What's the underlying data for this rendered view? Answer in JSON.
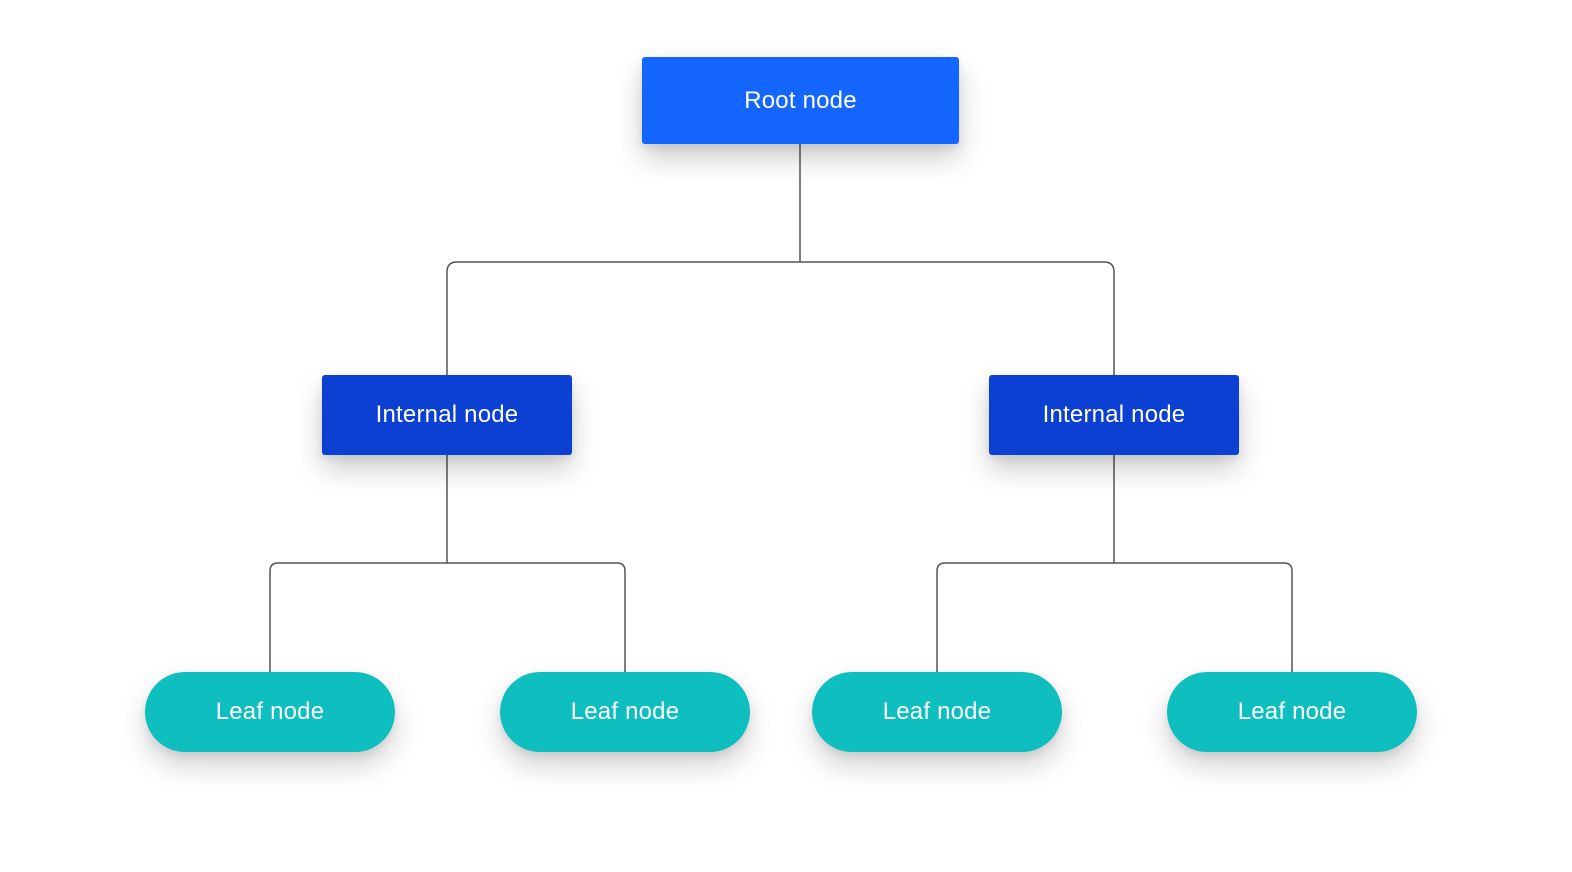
{
  "colors": {
    "root": "#1565ff",
    "internal": "#0c40d2",
    "leaf": "#0fbebe",
    "connector": "#555555"
  },
  "nodes": {
    "root": {
      "label": "Root node"
    },
    "internal": [
      {
        "label": "Internal node"
      },
      {
        "label": "Internal node"
      }
    ],
    "leaves": [
      {
        "label": "Leaf node"
      },
      {
        "label": "Leaf node"
      },
      {
        "label": "Leaf node"
      },
      {
        "label": "Leaf node"
      }
    ]
  },
  "edges": [
    {
      "from": "root",
      "to": "internal-left"
    },
    {
      "from": "root",
      "to": "internal-right"
    },
    {
      "from": "internal-left",
      "to": "leaf-1"
    },
    {
      "from": "internal-left",
      "to": "leaf-2"
    },
    {
      "from": "internal-right",
      "to": "leaf-3"
    },
    {
      "from": "internal-right",
      "to": "leaf-4"
    }
  ]
}
